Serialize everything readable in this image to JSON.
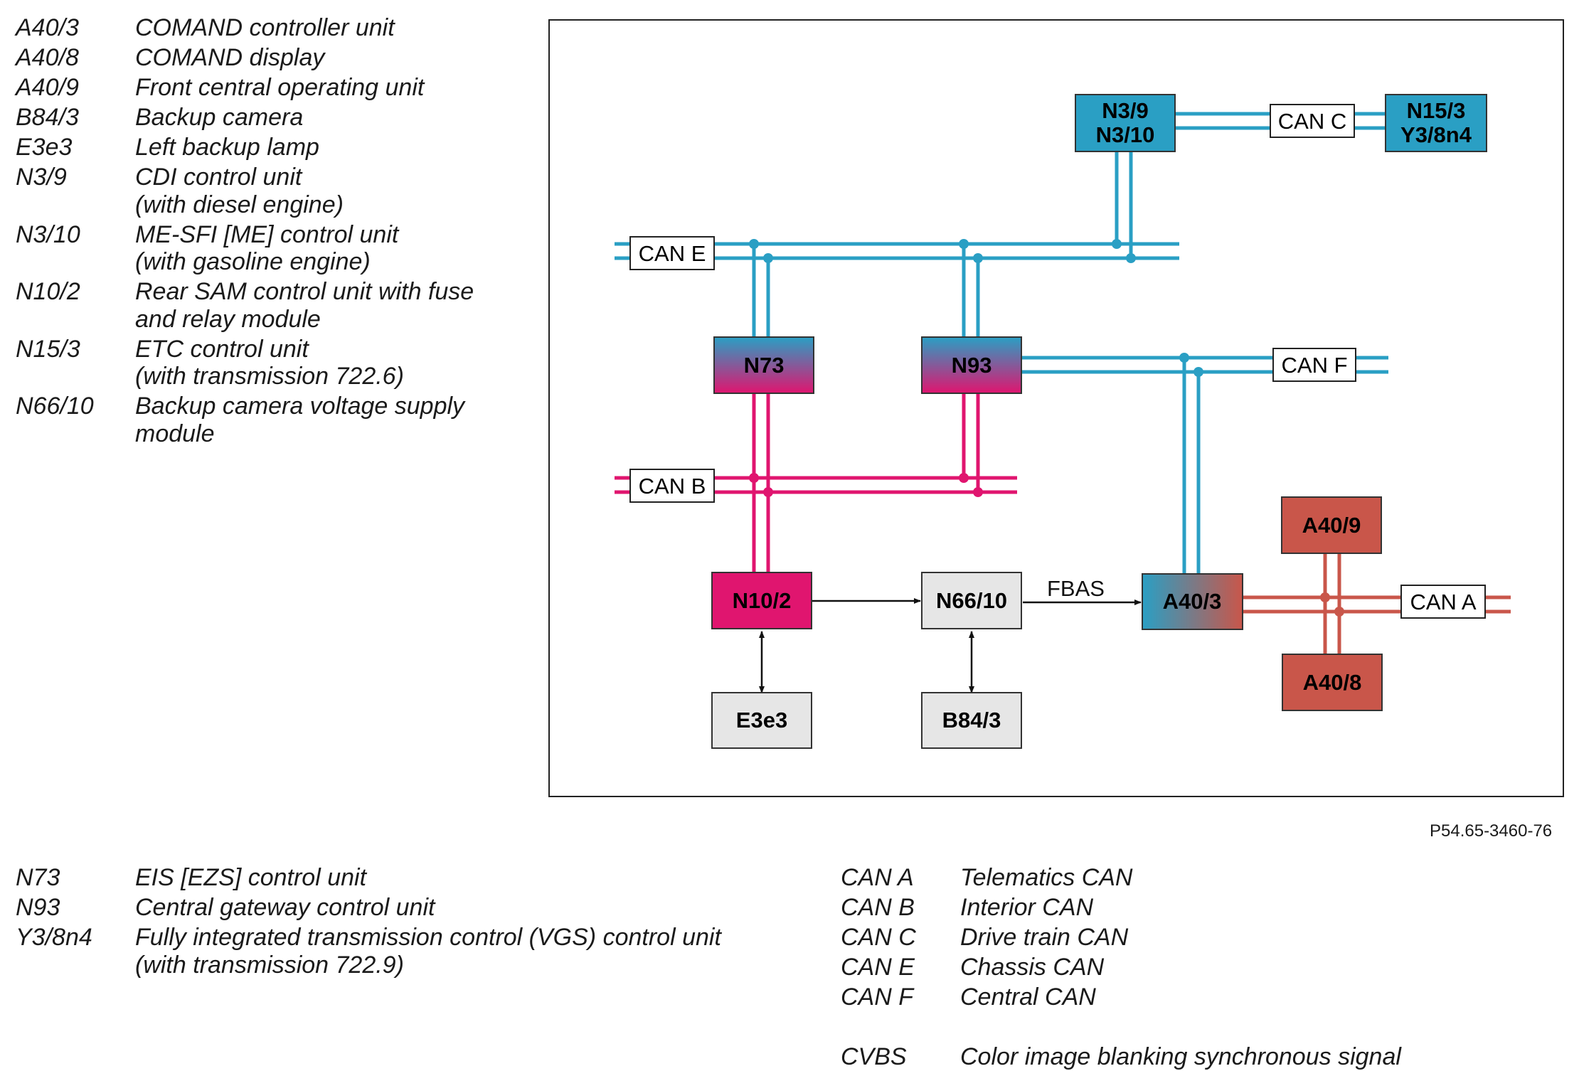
{
  "legend_top": [
    {
      "code": "A40/3",
      "desc": "COMAND controller unit"
    },
    {
      "code": "A40/8",
      "desc": "COMAND display"
    },
    {
      "code": "A40/9",
      "desc": "Front central operating unit"
    },
    {
      "code": "B84/3",
      "desc": "Backup camera"
    },
    {
      "code": "E3e3",
      "desc": "Left backup lamp"
    },
    {
      "code": "N3/9",
      "desc": "CDI control unit\n(with diesel engine)"
    },
    {
      "code": "N3/10",
      "desc": "ME-SFI [ME] control unit\n(with gasoline engine)"
    },
    {
      "code": "N10/2",
      "desc": "Rear SAM control unit with fuse\nand relay module"
    },
    {
      "code": "N15/3",
      "desc": "ETC control unit\n(with transmission 722.6)"
    },
    {
      "code": "N66/10",
      "desc": "Backup camera voltage supply\nmodule"
    }
  ],
  "legend_bottom": [
    {
      "code": "N73",
      "desc": "EIS [EZS] control unit"
    },
    {
      "code": "N93",
      "desc": "Central gateway control unit"
    },
    {
      "code": "Y3/8n4",
      "desc": "Fully integrated transmission control (VGS) control unit\n(with transmission 722.9)"
    }
  ],
  "legend_can": [
    {
      "code": "CAN A",
      "desc": "Telematics CAN"
    },
    {
      "code": "CAN B",
      "desc": "Interior CAN"
    },
    {
      "code": "CAN C",
      "desc": "Drive train CAN"
    },
    {
      "code": "CAN E",
      "desc": "Chassis CAN"
    },
    {
      "code": "CAN F",
      "desc": "Central CAN"
    }
  ],
  "legend_abbr": [
    {
      "code": "CVBS",
      "desc": "Color image blanking synchronous signal"
    }
  ],
  "figure_ref": "P54.65-3460-76",
  "diagram": {
    "nodes": {
      "n3_9": "N3/9",
      "n3_10": "N3/10",
      "n15_3": "N15/3",
      "y3_8n4": "Y3/8n4",
      "n73": "N73",
      "n93": "N93",
      "n10_2": "N10/2",
      "n66_10": "N66/10",
      "a40_3": "A40/3",
      "a40_9": "A40/9",
      "a40_8": "A40/8",
      "e3e3": "E3e3",
      "b84_3": "B84/3"
    },
    "buses": {
      "can_a": "CAN A",
      "can_b": "CAN B",
      "can_c": "CAN C",
      "can_e": "CAN E",
      "can_f": "CAN F"
    },
    "signal_label": "FBAS",
    "colors": {
      "blue": "#2a9fc4",
      "magenta": "#e0156f",
      "red": "#c9564a",
      "grey": "#e6e6e6"
    }
  }
}
